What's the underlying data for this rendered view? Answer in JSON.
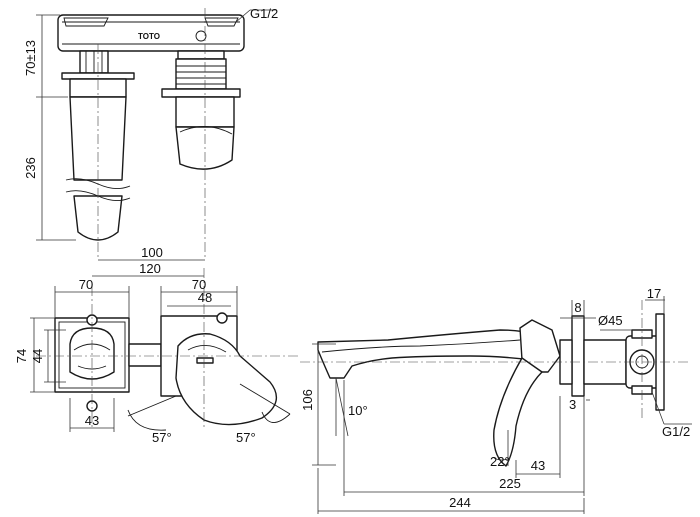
{
  "brand_mark": "TOTO",
  "colors": {
    "line": "#1a1a1a",
    "background": "#ffffff"
  },
  "top_view": {
    "thread_label": "G1/2",
    "dim_height_top": "70±13",
    "dim_height_spout": "236",
    "dim_spacing": "100"
  },
  "front_view": {
    "dim_width_total": "120",
    "dim_plate_left": "70",
    "dim_plate_right": "70",
    "dim_inner": "48",
    "dim_height_outer": "74",
    "dim_height_inner": "44",
    "dim_bottom_left": "43",
    "angle_left": "57°",
    "angle_right": "57°"
  },
  "side_view": {
    "dim_8": "8",
    "dim_17": "17",
    "dim_diameter": "Ø45",
    "dim_height": "106",
    "angle_spout": "10°",
    "dim_3": "3",
    "angle_lever": "22°",
    "dim_43": "43",
    "dim_225": "225",
    "dim_244": "244",
    "thread_label": "G1/2"
  }
}
